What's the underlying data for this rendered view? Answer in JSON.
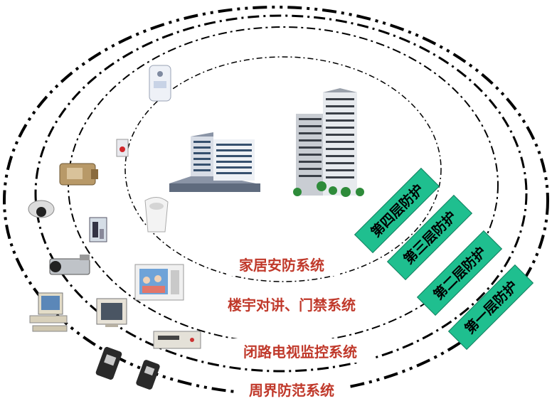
{
  "system_labels": {
    "home_security": "家居安防系统",
    "intercom_access": "楼宇对讲、门禁系统",
    "cctv": "闭路电视监控系统",
    "perimeter": "周界防范系统"
  },
  "layer_tags": {
    "layer4": "第四层防护",
    "layer3": "第三层防护",
    "layer2": "第二层防护",
    "layer1": "第一层防护"
  },
  "colors": {
    "label_text": "#c0392b",
    "tag_fill": "#1fbf8f",
    "ring_stroke": "#000000"
  }
}
